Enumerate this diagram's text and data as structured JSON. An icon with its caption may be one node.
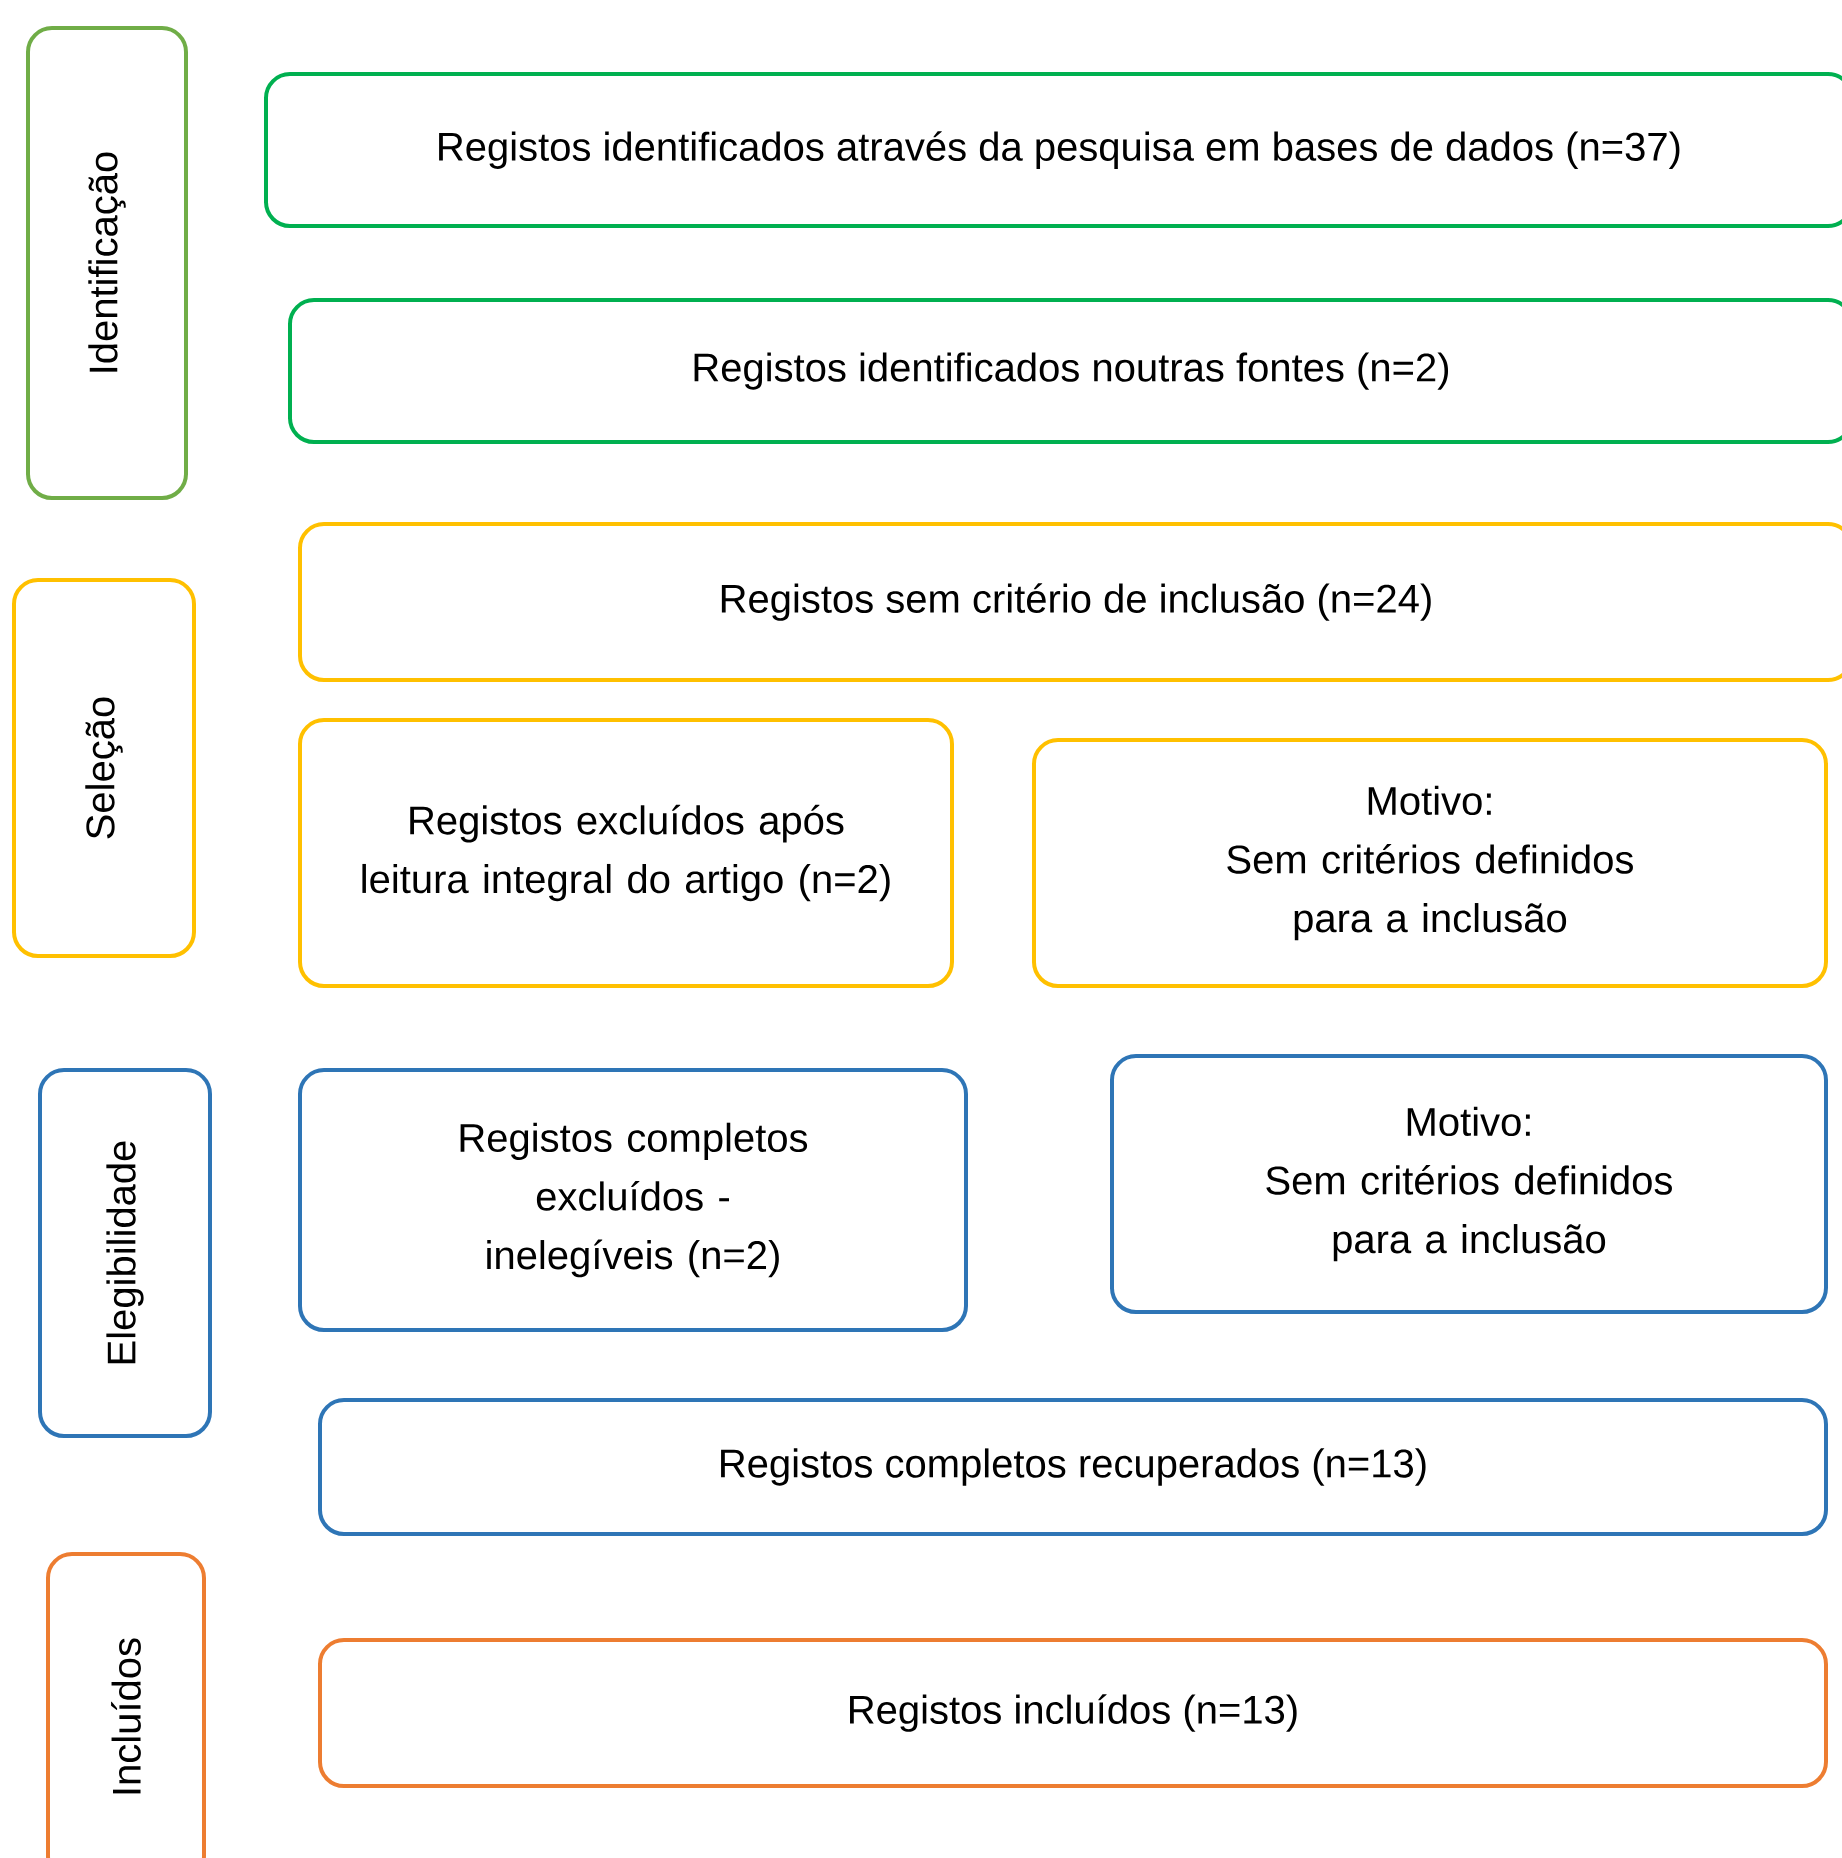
{
  "diagram": {
    "nodes": [
      {
        "text": [
          "Identificação"
        ]
      },
      {
        "text": [
          "Seleção"
        ]
      },
      {
        "text": [
          "Elegibilidade"
        ]
      },
      {
        "text": [
          "Incluídos"
        ]
      },
      {
        "text": [
          "Registos identificados através da pesquisa em bases de dados (n=37)"
        ]
      },
      {
        "text": [
          "Registos identificados noutras fontes (n=2)"
        ]
      },
      {
        "text": [
          "Registos sem critério de inclusão (n=24)"
        ]
      },
      {
        "text": [
          "Registos excluídos após leitura integral do artigo (n=2)"
        ]
      },
      {
        "text": [
          "Motivo:",
          "Sem critérios definidos para a inclusão"
        ]
      },
      {
        "text": [
          "Registos completos excluídos - inelegíveis (n=2)"
        ]
      },
      {
        "text": [
          "Motivo:",
          "Sem critérios definidos para a inclusão"
        ]
      },
      {
        "text": [
          "Registos completos recuperados (n=13)"
        ]
      },
      {
        "text": [
          "Registos incluídos (n=13)"
        ]
      }
    ],
    "edges": []
  }
}
